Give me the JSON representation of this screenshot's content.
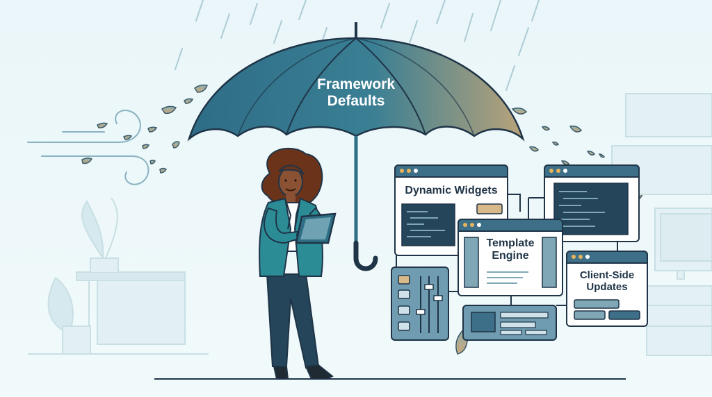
{
  "umbrella": {
    "line1": "Framework",
    "line2": "Defaults"
  },
  "panels": {
    "dynamic_widgets": "Dynamic Widgets",
    "template_engine_line1": "Template",
    "template_engine_line2": "Engine",
    "client_side_line1": "Client-Side",
    "client_side_line2": "Updates"
  },
  "colors": {
    "umbrella": "#2f6f86",
    "panel_header": "#3d6f88",
    "code_bg": "#24455a",
    "accent": "#d8b98a",
    "outline": "#1f3447"
  }
}
